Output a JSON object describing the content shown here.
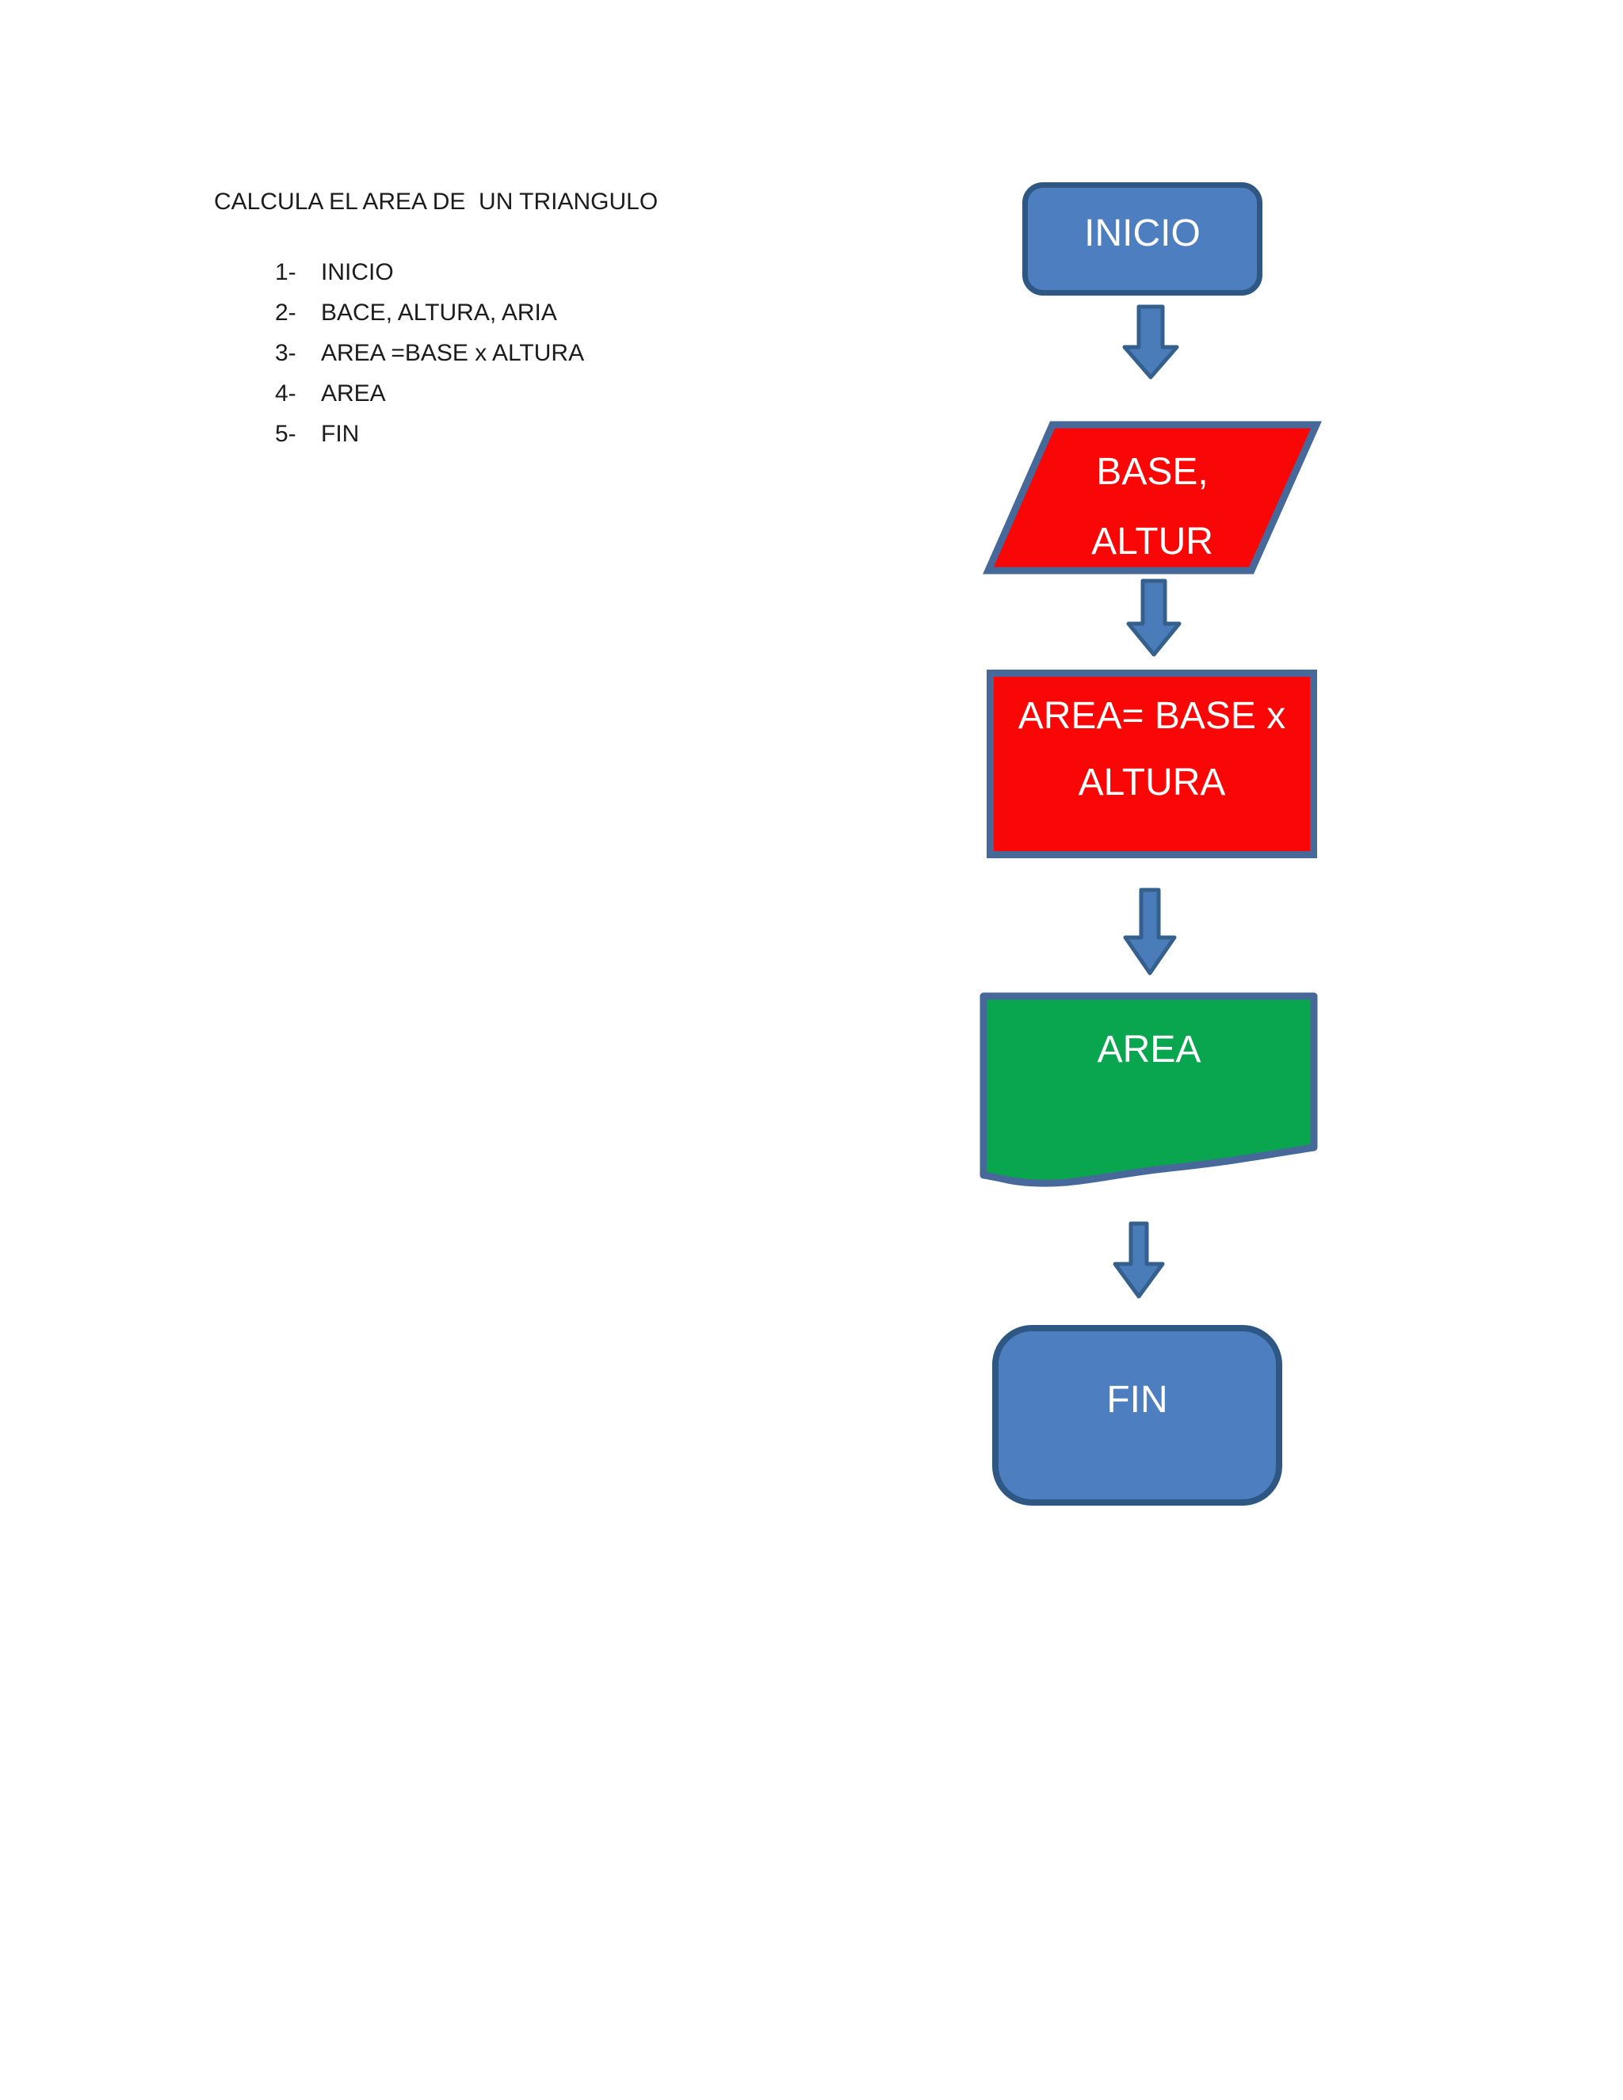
{
  "doc": {
    "title": "CALCULA EL AREA DE  UN TRIANGULO",
    "list": [
      {
        "num": "1-",
        "text": "INICIO"
      },
      {
        "num": "2-",
        "text": "BACE, ALTURA, ARIA"
      },
      {
        "num": "3-",
        "text": "AREA =BASE x ALTURA"
      },
      {
        "num": "4-",
        "text": "AREA"
      },
      {
        "num": "5-",
        "text": "FIN"
      }
    ]
  },
  "flow": {
    "inicio_label": "INICIO",
    "input_line1": "BASE,",
    "input_line2": "ALTUR",
    "process_line1": "AREA= BASE x",
    "process_line2": "ALTURA",
    "output_label": "AREA",
    "fin_label": "FIN"
  },
  "colors": {
    "terminator_fill": "#4d7ebf",
    "terminator_border": "#2e5883",
    "io_process_fill": "#f90606",
    "io_process_border": "#46699a",
    "document_fill": "#0aa64f",
    "document_border": "#46699a",
    "arrow_fill": "#4a7cba",
    "arrow_border": "#35608d",
    "shape_text": "#ffffff",
    "body_text": "#1c1c1c",
    "page_background": "#ffffff"
  }
}
